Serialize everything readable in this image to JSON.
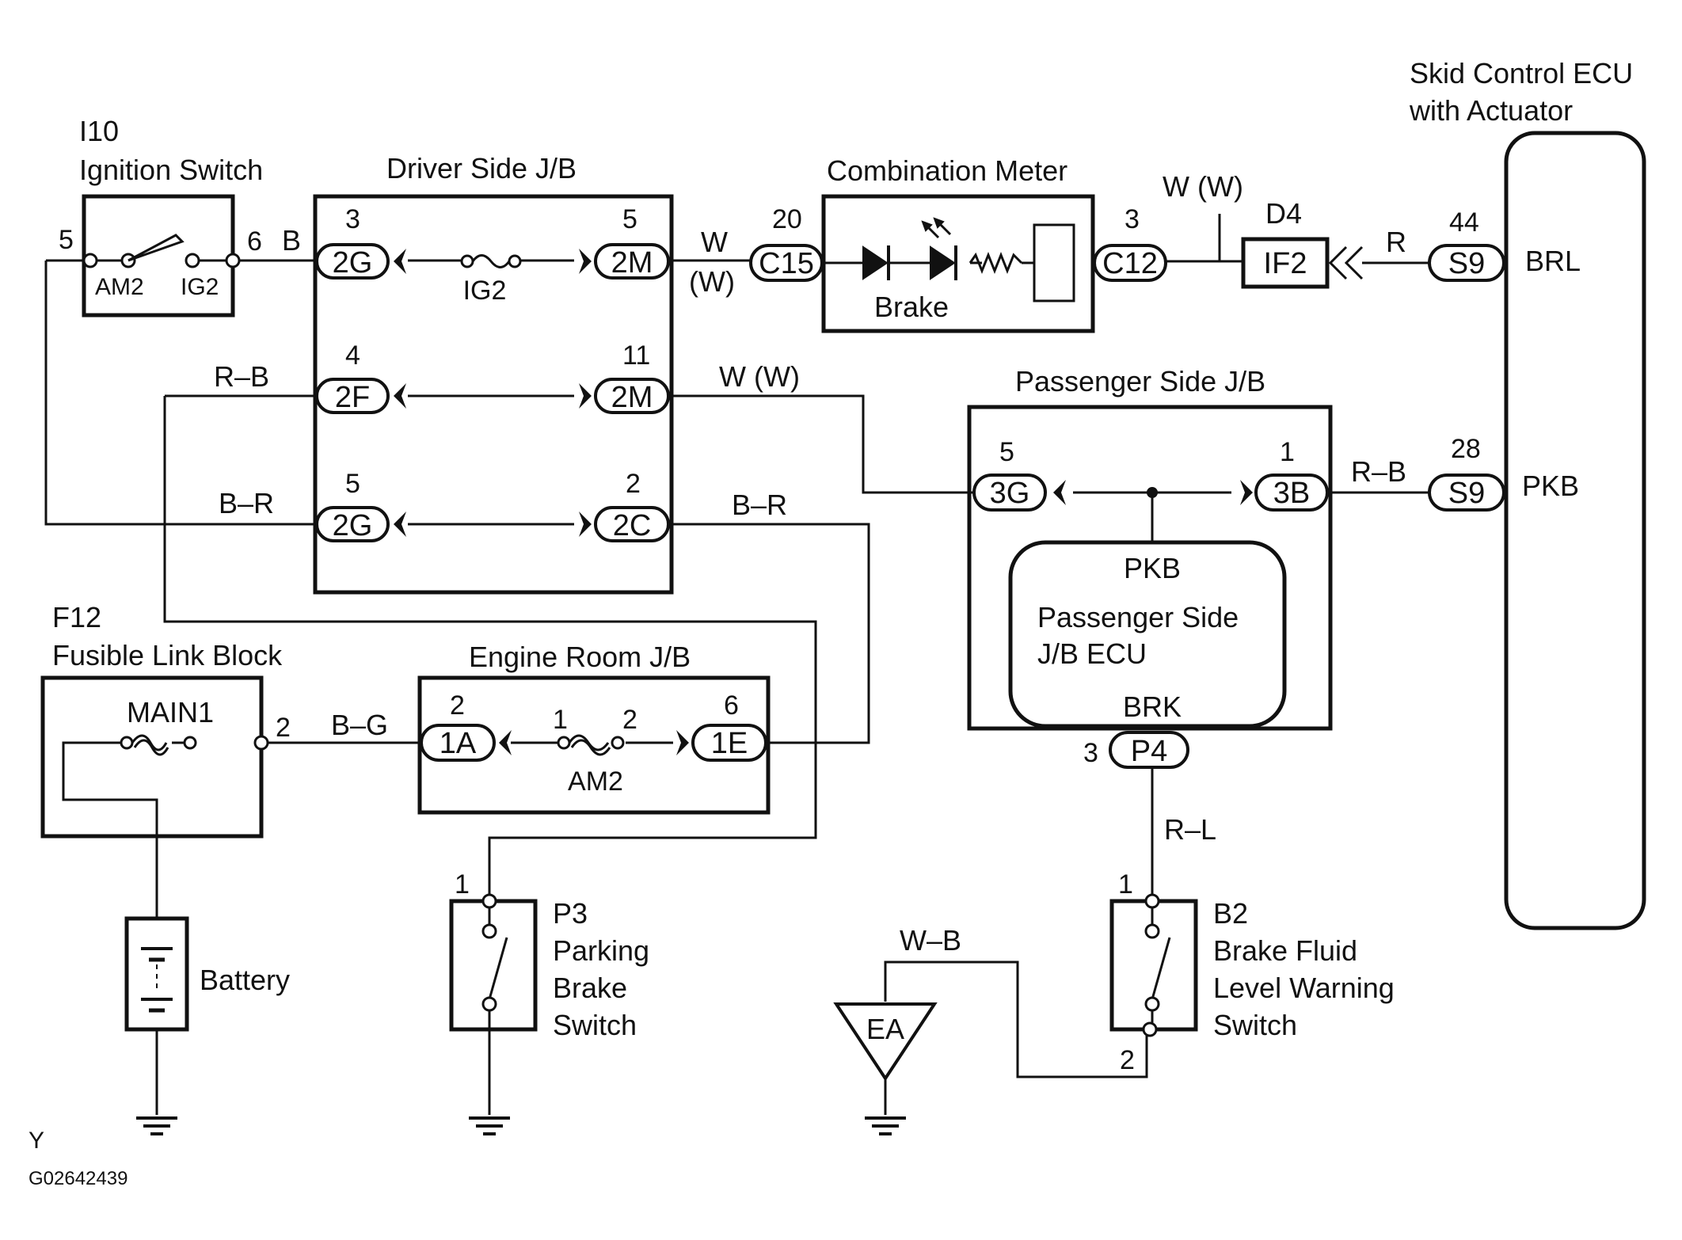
{
  "components": {
    "ignition_switch": {
      "code": "I10",
      "name": "Ignition Switch",
      "term_am2": "AM2",
      "term_ig2": "IG2",
      "pin_left": "5",
      "pin_right": "6"
    },
    "driver_jb": {
      "name": "Driver Side J/B",
      "fuse": "IG2"
    },
    "combination_meter": {
      "name": "Combination Meter",
      "lamp": "Brake"
    },
    "skid_ecu": {
      "line1": "Skid Control ECU",
      "line2": "with Actuator",
      "term_brl": "BRL",
      "term_pkb": "PKB"
    },
    "passenger_jb": {
      "name": "Passenger Side J/B",
      "ecu_top": "PKB",
      "ecu_line1": "Passenger Side",
      "ecu_line2": "J/B ECU",
      "ecu_bottom": "BRK"
    },
    "fusible_link": {
      "code": "F12",
      "name": "Fusible Link Block",
      "fuse": "MAIN1",
      "pin": "2"
    },
    "engine_room_jb": {
      "name": "Engine Room J/B",
      "fuse": "AM2",
      "fuse_pin_left": "1",
      "fuse_pin_right": "2"
    },
    "parking_brake_switch": {
      "code": "P3",
      "line1": "Parking",
      "line2": "Brake",
      "line3": "Switch",
      "pin": "1"
    },
    "brake_fluid_switch": {
      "code": "B2",
      "line1": "Brake Fluid",
      "line2": "Level Warning",
      "line3": "Switch",
      "pin_top": "1",
      "pin_bottom": "2"
    },
    "battery": {
      "name": "Battery"
    },
    "ground_ea": {
      "code": "EA"
    },
    "diode_connector": {
      "code": "D4",
      "connector": "IF2"
    }
  },
  "connectors": {
    "c_2g_top": {
      "code": "2G",
      "pin": "3"
    },
    "c_2m_top": {
      "code": "2M",
      "pin": "5"
    },
    "c_2f": {
      "code": "2F",
      "pin": "4"
    },
    "c_2m_mid": {
      "code": "2M",
      "pin": "11"
    },
    "c_2g_bot": {
      "code": "2G",
      "pin": "5"
    },
    "c_2c": {
      "code": "2C",
      "pin": "2"
    },
    "c_c15": {
      "code": "C15",
      "pin": "20"
    },
    "c_c12": {
      "code": "C12",
      "pin": "3"
    },
    "c_s9_top": {
      "code": "S9",
      "pin": "44"
    },
    "c_s9_mid": {
      "code": "S9",
      "pin": "28"
    },
    "c_3g": {
      "code": "3G",
      "pin": "5"
    },
    "c_3b": {
      "code": "3B",
      "pin": "1"
    },
    "c_p4": {
      "code": "P4",
      "pin": "3"
    },
    "c_1a": {
      "code": "1A",
      "pin": "2"
    },
    "c_1e": {
      "code": "1E",
      "pin": "6"
    }
  },
  "wires": {
    "ign_b": "B",
    "meter_w": "W",
    "meter_w_paren": "(W)",
    "c12_ww": "W (W)",
    "d4_r": "R",
    "rb_left": "R–B",
    "ww_mid": "W (W)",
    "br_left": "B–R",
    "br_right": "B–R",
    "rb_right": "R–B",
    "bg": "B–G",
    "rl": "R–L",
    "wb": "W–B"
  },
  "footer": {
    "mark": "Y",
    "code": "G02642439"
  }
}
